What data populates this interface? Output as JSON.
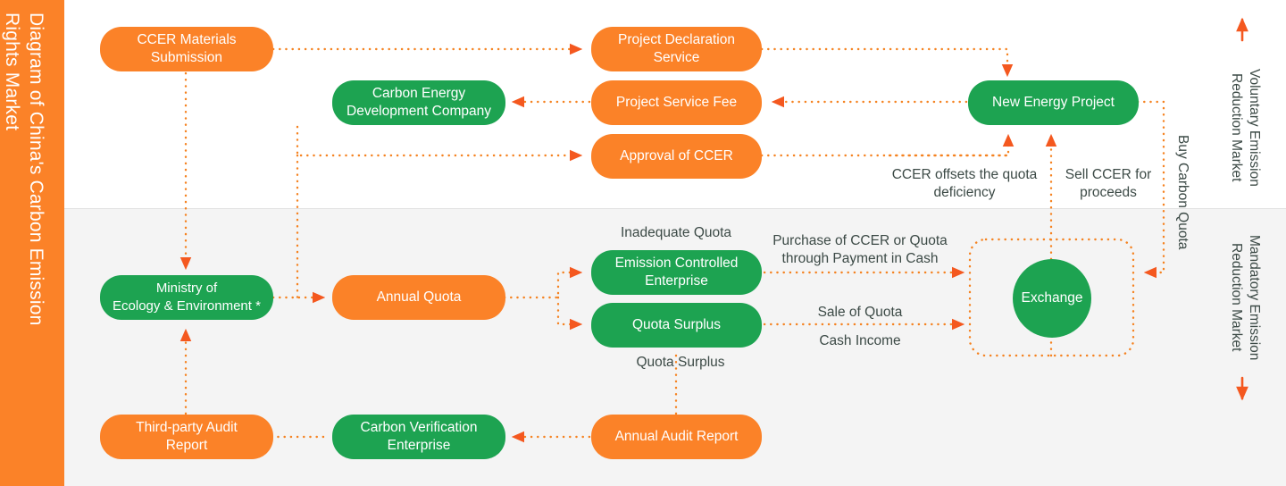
{
  "sidebar": {
    "title": "Diagram of China's Carbon Emission\nRights Market",
    "bg_color": "#fb8228"
  },
  "theme": {
    "orange": "#fb8228",
    "green": "#1da351",
    "connector": "#f58220",
    "arrow": "#f4581f",
    "band_top_bg": "#ffffff",
    "band_bottom_bg": "#f4f4f4",
    "text_dark": "#3c4a46"
  },
  "markets": {
    "voluntary": {
      "label": "Voluntary Emission\nReduction Market",
      "arrow": "up"
    },
    "mandatory": {
      "label": "Mandatory Emission\nReduction Market",
      "arrow": "down"
    }
  },
  "nodes": {
    "ccer_materials_submission": {
      "label": "CCER Materials\nSubmission",
      "color": "orange"
    },
    "project_declaration_service": {
      "label": "Project Declaration\nService",
      "color": "orange"
    },
    "carbon_energy_development_company": {
      "label": "Carbon Energy\nDevelopment Company",
      "color": "green"
    },
    "project_service_fee": {
      "label": "Project Service Fee",
      "color": "orange"
    },
    "approval_of_ccer": {
      "label": "Approval of CCER",
      "color": "orange"
    },
    "new_energy_project": {
      "label": "New Energy Project",
      "color": "green"
    },
    "ministry_of_ecology_environment": {
      "label": "Ministry of\nEcology & Environment *",
      "color": "green"
    },
    "annual_quota": {
      "label": "Annual Quota",
      "color": "orange"
    },
    "emission_controlled_enterprise": {
      "label": "Emission Controlled\nEnterprise",
      "color": "green"
    },
    "quota_surplus": {
      "label": "Quota Surplus",
      "color": "green"
    },
    "exchange": {
      "label": "Exchange",
      "color": "green"
    },
    "third_party_audit_report": {
      "label": "Third-party Audit\nReport",
      "color": "orange"
    },
    "carbon_verification_enterprise": {
      "label": "Carbon Verification\nEnterprise",
      "color": "green"
    },
    "annual_audit_report": {
      "label": "Annual Audit Report",
      "color": "orange"
    }
  },
  "edge_labels": {
    "ccer_offsets": "CCER offsets the quota\ndeficiency",
    "sell_ccer": "Sell CCER for\nproceeds",
    "buy_carbon_quota": "Buy Carbon Quota",
    "inadequate_quota": "Inadequate Quota",
    "quota_surplus_note": "Quota Surplus",
    "purchase_ccer_or_quota": "Purchase of CCER or Quota\nthrough Payment in Cash",
    "sale_of_quota": "Sale of Quota",
    "cash_income": "Cash Income"
  }
}
